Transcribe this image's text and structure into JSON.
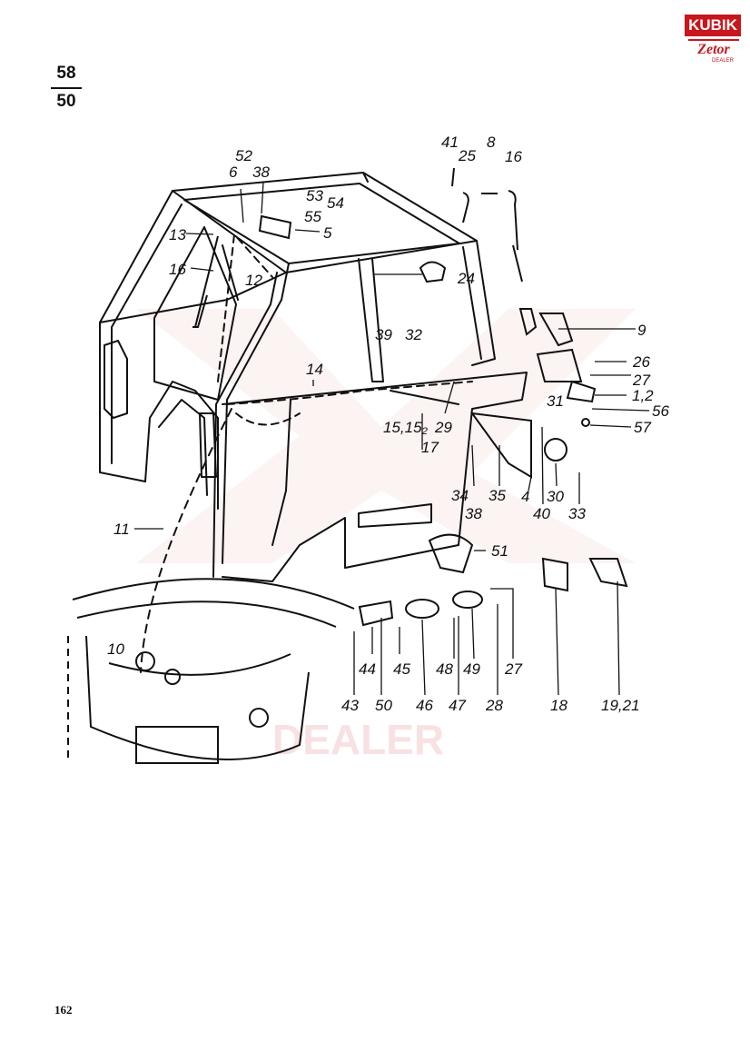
{
  "brand": {
    "name": "KUBIK",
    "sub_brand": "Zetor",
    "sub_label": "DEALER",
    "accent_color": "#c8161d"
  },
  "page_ref": {
    "top": "58",
    "bottom": "50"
  },
  "page_number": "162",
  "watermark": {
    "text": "DEALER"
  },
  "callouts": [
    "52",
    "6",
    "38",
    "53",
    "54",
    "55",
    "5",
    "41",
    "25",
    "8",
    "16",
    "13",
    "16",
    "12",
    "24",
    "9",
    "39",
    "32",
    "26",
    "27",
    "1,2",
    "14",
    "31",
    "56",
    "15,15₂",
    "29",
    "57",
    "17",
    "34",
    "38",
    "35",
    "4",
    "40",
    "30",
    "33",
    "11",
    "51",
    "10",
    "44",
    "45",
    "48",
    "49",
    "27",
    "43",
    "50",
    "46",
    "47",
    "28",
    "18",
    "19,21"
  ]
}
